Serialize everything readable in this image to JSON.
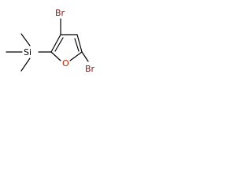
{
  "molecule": {
    "atoms": {
      "br_top": "Br",
      "br_right": "Br",
      "oxygen": "O",
      "silicon": "Si"
    },
    "colors": {
      "bond": "#000000",
      "oxygen": "#cc2200",
      "bromine": "#8b1a1a",
      "silicon": "#000000"
    }
  }
}
